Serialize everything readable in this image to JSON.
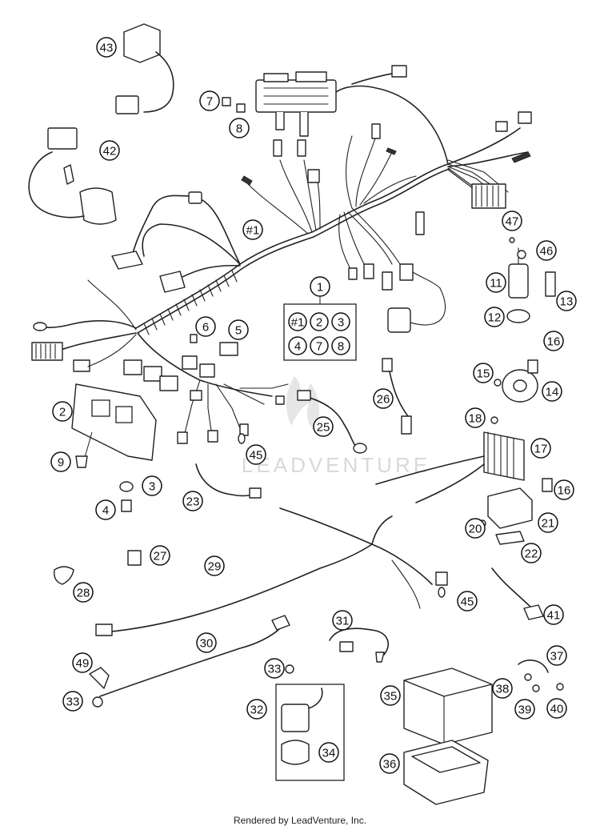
{
  "watermark": "LEADVENTURE",
  "credit": "Rendered by LeadVenture, Inc.",
  "kit_box": {
    "parent": "1",
    "items": [
      "#1",
      "2",
      "3",
      "4",
      "7",
      "8"
    ]
  },
  "callouts": {
    "c1": "#1",
    "c2": "2",
    "c3": "3",
    "c4": "4",
    "c5": "5",
    "c6": "6",
    "c7": "7",
    "c8": "8",
    "c9": "9",
    "c11": "11",
    "c12": "12",
    "c13": "13",
    "c14": "14",
    "c15": "15",
    "c16a": "16",
    "c16b": "16",
    "c17": "17",
    "c18": "18",
    "c20": "20",
    "c21": "21",
    "c22": "22",
    "c23": "23",
    "c25": "25",
    "c26": "26",
    "c27": "27",
    "c28": "28",
    "c29": "29",
    "c30": "30",
    "c31": "31",
    "c32": "32",
    "c33a": "33",
    "c33b": "33",
    "c34": "34",
    "c35": "35",
    "c36": "36",
    "c37": "37",
    "c38": "38",
    "c39": "39",
    "c40": "40",
    "c41": "41",
    "c42": "42",
    "c43": "43",
    "c45a": "45",
    "c45b": "45",
    "c46": "46",
    "c47": "47",
    "c49": "49"
  }
}
